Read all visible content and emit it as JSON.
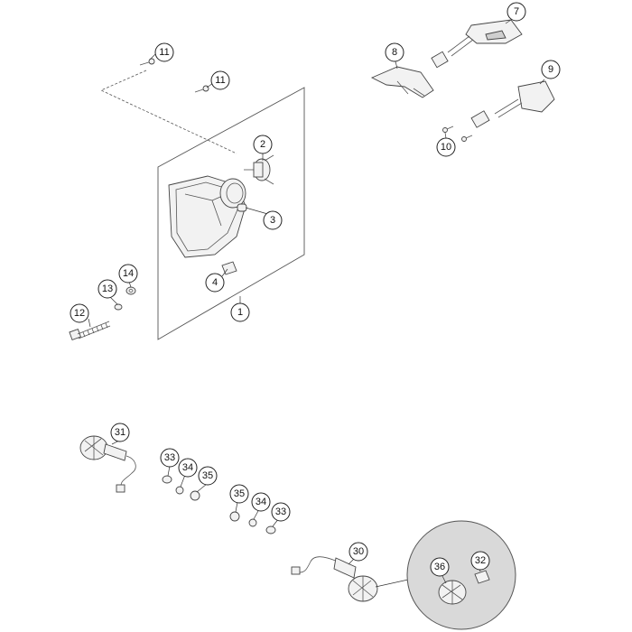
{
  "callouts": {
    "c1": "1",
    "c2": "2",
    "c3": "3",
    "c4": "4",
    "c7": "7",
    "c8": "8",
    "c9": "9",
    "c10": "10",
    "c11a": "11",
    "c11b": "11",
    "c12": "12",
    "c13": "13",
    "c14": "14",
    "c30": "30",
    "c31": "31",
    "c32": "32",
    "c33a": "33",
    "c33b": "33",
    "c34a": "34",
    "c34b": "34",
    "c35a": "35",
    "c35b": "35",
    "c36": "36"
  },
  "colors": {
    "line": "#444444",
    "detail_fill": "#d9d9d9",
    "background": "#ffffff"
  }
}
